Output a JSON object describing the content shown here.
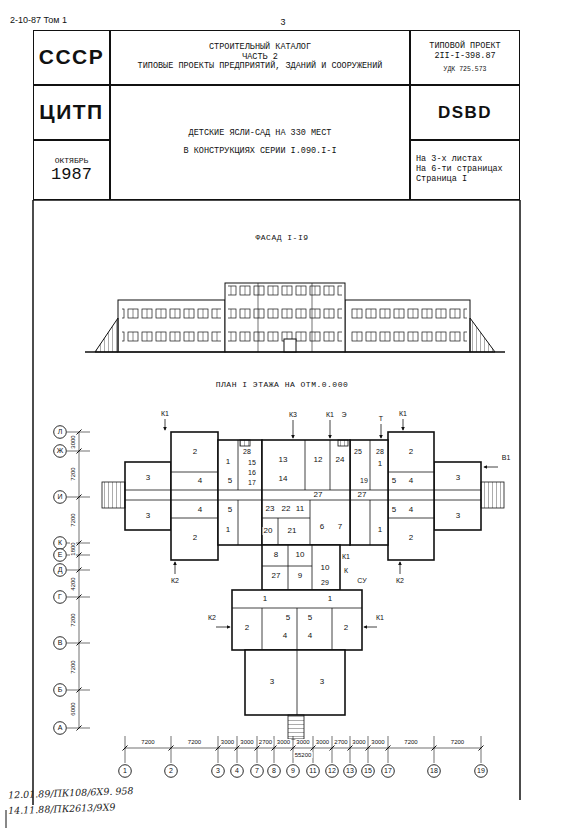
{
  "diagram": {
    "nodes": [
      {
        "text": [
          "СССР"
        ]
      },
      {
        "text": [
          "СТРОИТЕЛЬНЫЙ КАТАЛОГ",
          "ЧАСТЬ 2",
          "ТИПОВЫЕ ПРОЕКТЫ ПРЕДПРИЯТИЙ, ЗДАНИЙ И СООРУЖЕНИЙ"
        ]
      },
      {
        "text": [
          "ТИПОВОЙ ПРОЕКТ",
          "2II-I-398.87",
          "УДК 725.573"
        ]
      },
      {
        "text": [
          "ЦИТП"
        ]
      },
      {
        "text": [
          "ДЕТСКИЕ ЯСЛИ-САД НА 330 МЕСТ",
          "В КОНСТРУКЦИЯХ СЕРИИ I.090.I-I"
        ]
      },
      {
        "text": [
          "DSBD"
        ]
      },
      {
        "text": [
          "ОКТЯБРЬ",
          "1987"
        ]
      },
      {
        "text": [
          "На 3-х листах",
          "На 6-ти страницах",
          "Страница I"
        ]
      },
      {
        "text": [
          "Л"
        ]
      },
      {
        "text": [
          "Ж"
        ]
      },
      {
        "text": [
          "И"
        ]
      },
      {
        "text": [
          "К"
        ]
      },
      {
        "text": [
          "Е"
        ]
      },
      {
        "text": [
          "Д"
        ]
      },
      {
        "text": [
          "Г"
        ]
      },
      {
        "text": [
          "В"
        ]
      },
      {
        "text": [
          "Б"
        ]
      },
      {
        "text": [
          "А"
        ]
      },
      {
        "text": [
          "1"
        ]
      },
      {
        "text": [
          "2"
        ]
      },
      {
        "text": [
          "3"
        ]
      },
      {
        "text": [
          "4"
        ]
      },
      {
        "text": [
          "7"
        ]
      },
      {
        "text": [
          "8"
        ]
      },
      {
        "text": [
          "9"
        ]
      },
      {
        "text": [
          "11"
        ]
      },
      {
        "text": [
          "12"
        ]
      },
      {
        "text": [
          "13"
        ]
      },
      {
        "text": [
          "15"
        ]
      },
      {
        "text": [
          "17"
        ]
      },
      {
        "text": [
          "18"
        ]
      },
      {
        "text": [
          "19"
        ]
      }
    ],
    "labels": [
      "2-10-87 Том 1",
      "3",
      "ФАСАД I-I9",
      "ПЛАН I ЭТАЖА НА ОТМ.0.000",
      "К1",
      "К3",
      "К1",
      "Э",
      "Т",
      "К1",
      "В1",
      "К2",
      "К2",
      "СУ",
      "К1",
      "К",
      "К2",
      "К1",
      "2",
      "3",
      "3",
      "2",
      "1",
      "4",
      "5",
      "4",
      "5",
      "1",
      "28",
      "15",
      "16",
      "17",
      "13",
      "12",
      "24",
      "14",
      "23",
      "22",
      "11",
      "27",
      "21",
      "20",
      "6",
      "7",
      "25",
      "28",
      "27",
      "19",
      "1",
      "2",
      "4",
      "5",
      "4",
      "5",
      "1",
      "2",
      "3",
      "3",
      "8",
      "10",
      "9",
      "27",
      "10",
      "29",
      "1",
      "1",
      "5",
      "5",
      "2",
      "4",
      "4",
      "2",
      "3",
      "3",
      "7200",
      "7200",
      "3000",
      "3000",
      "2700",
      "3000",
      "3000",
      "3000",
      "2700",
      "3000",
      "3000",
      "7200",
      "7200",
      "55200",
      "3000",
      "7200",
      "7200",
      "1800",
      "4200",
      "7200",
      "7200",
      "6000",
      "12.01.89/ПК108/6Х9. 958",
      "14.11.88/ПК2613/9Х9"
    ]
  }
}
